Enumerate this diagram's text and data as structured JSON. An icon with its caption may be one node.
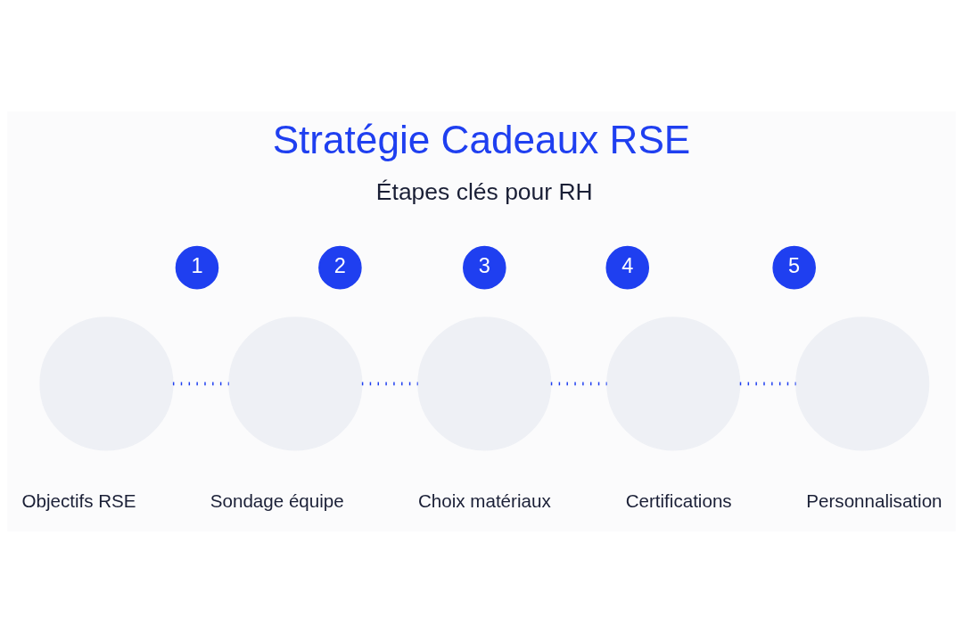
{
  "diagram": {
    "title": "Stratégie Cadeaux RSE",
    "nodes": [
      {
        "text": [
          "1"
        ]
      },
      {
        "text": [
          "2"
        ]
      },
      {
        "text": [
          "3"
        ]
      },
      {
        "text": [
          "4"
        ]
      },
      {
        "text": [
          "5"
        ]
      },
      {
        "text": [],
        "shape": "circle",
        "beside": [
          "Objectifs RSE"
        ]
      },
      {
        "text": [],
        "shape": "circle",
        "beside": [
          "Sondage équipe"
        ]
      },
      {
        "text": [],
        "shape": "circle",
        "beside": [
          "Choix matériaux"
        ]
      },
      {
        "text": [],
        "shape": "circle",
        "beside": [
          "Certifications"
        ]
      },
      {
        "text": [],
        "shape": "circle",
        "beside": [
          "Personnalisation"
        ]
      }
    ],
    "edges": [
      {
        "from": 5,
        "to": 6,
        "arrow": "none",
        "style": "dashed"
      },
      {
        "from": 6,
        "to": 7,
        "arrow": "none",
        "style": "dashed"
      },
      {
        "from": 7,
        "to": 8,
        "arrow": "none",
        "style": "dashed"
      },
      {
        "from": 8,
        "to": 9,
        "arrow": "none",
        "style": "dashed"
      }
    ],
    "labels": [
      "Étapes clés pour RH"
    ]
  }
}
